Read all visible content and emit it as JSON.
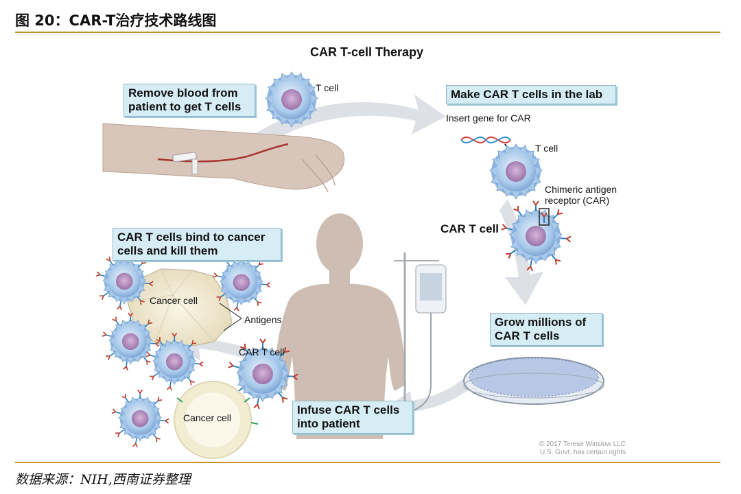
{
  "figure": {
    "title": "图 20：CAR-T治疗技术路线图",
    "source": "数据来源：NIH,西南证券整理"
  },
  "diagram": {
    "heading": "CAR T-cell Therapy",
    "steps": [
      {
        "id": "remove",
        "label": "Remove blood from patient to get T cells"
      },
      {
        "id": "make",
        "label": "Make CAR T cells in the lab"
      },
      {
        "id": "grow",
        "label": "Grow millions of CAR T cells"
      },
      {
        "id": "infuse",
        "label": "Infuse CAR T cells into patient"
      },
      {
        "id": "bind",
        "label": "CAR T cells bind to cancer cells and kill them"
      }
    ],
    "labels": {
      "t_cell_1": "T cell",
      "insert_gene": "Insert gene for CAR",
      "t_cell_2": "T cell",
      "car_receptor": "Chimeric antigen receptor (CAR)",
      "car_t_cell_lab": "CAR T cell",
      "car_t_cell_body": "CAR T cell",
      "cancer_cell_1": "Cancer cell",
      "antigens": "Antigens",
      "cancer_cell_2": "Cancer cell"
    },
    "copyright": [
      "© 2017 Terese Winslow LLC",
      "U.S. Govt. has certain rights"
    ],
    "colors": {
      "rule": "#c8922e",
      "box_fill": "#d6edf6",
      "arrow": "#d9dde1",
      "tcell": "#9cc3e6",
      "nucleus": "#a77fb3",
      "skin": "#cbb6a8",
      "cancer": "#efe7cf"
    }
  }
}
